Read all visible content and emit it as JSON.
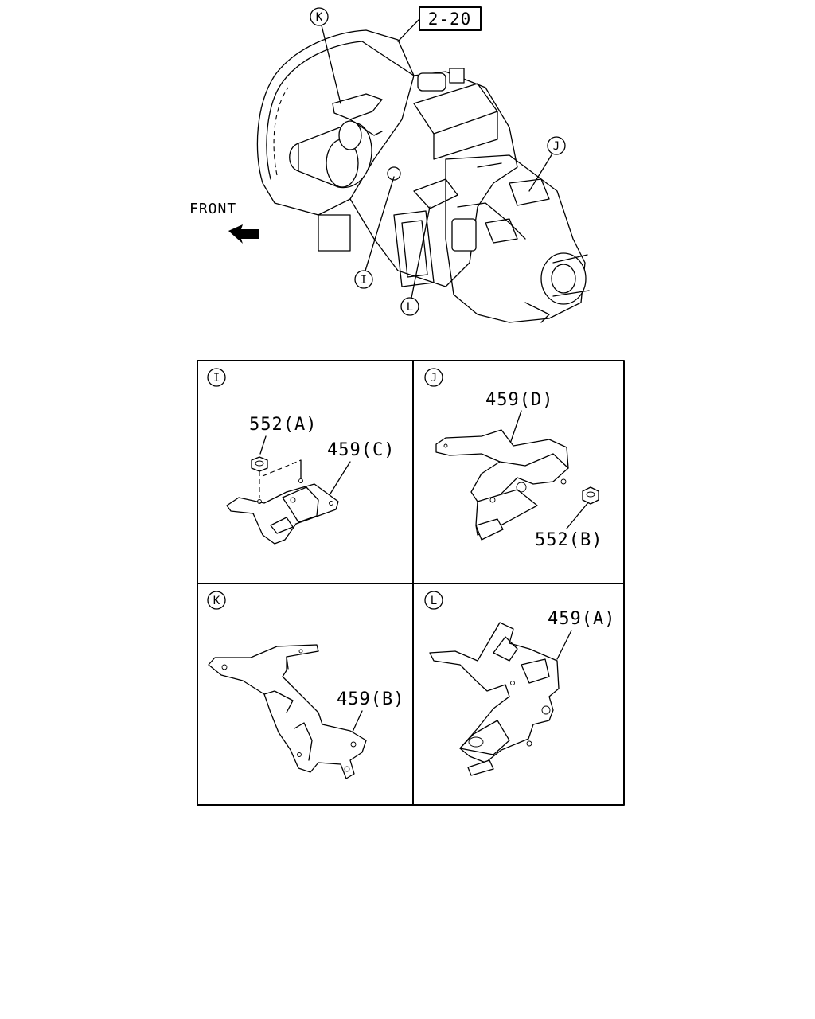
{
  "page_ref": "2-20",
  "front_label": "FRONT",
  "overview_callouts": {
    "k": "K",
    "j": "J",
    "i": "I",
    "l": "L"
  },
  "panels": {
    "i": {
      "letter": "I",
      "part_a": "552(A)",
      "part_b": "459(C)"
    },
    "j": {
      "letter": "J",
      "part_a": "459(D)",
      "part_b": "552(B)"
    },
    "k": {
      "letter": "K",
      "part_a": "459(B)"
    },
    "l": {
      "letter": "L",
      "part_a": "459(A)"
    }
  }
}
